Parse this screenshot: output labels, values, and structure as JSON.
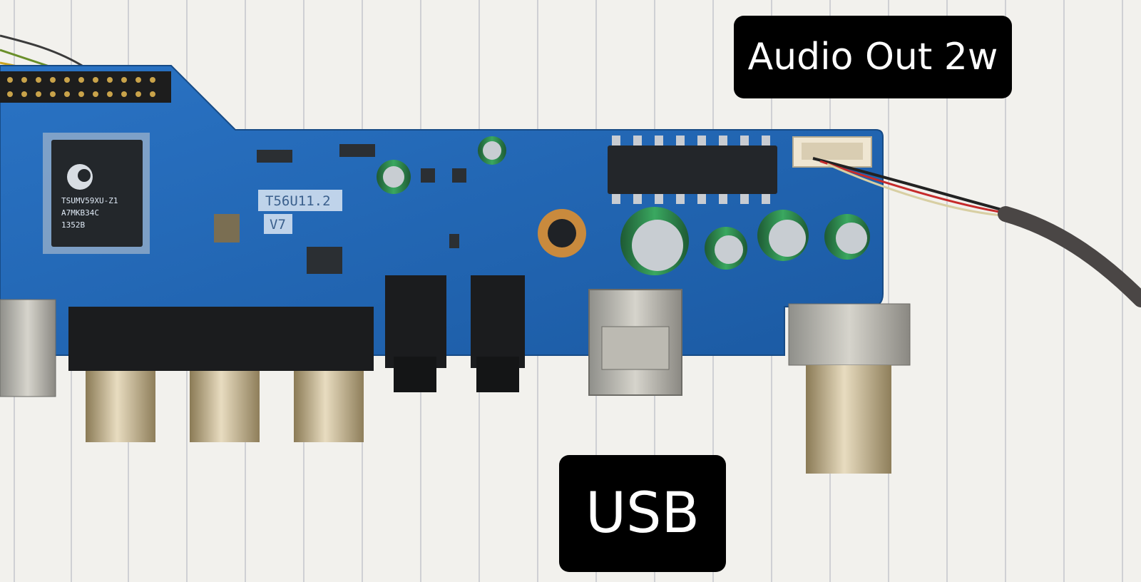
{
  "labels": {
    "audio_out": "Audio Out 2w",
    "usb": "USB"
  },
  "board": {
    "model": "T56U11.2",
    "version": "V7",
    "chip_line1": "TSUMV59XU-Z1",
    "chip_line2": "A7MKB34C",
    "chip_line3": "1352B"
  },
  "colors": {
    "pcb": "#1f66b5",
    "paper": "#f2f1ed",
    "label_bg": "#000000",
    "label_text": "#ffffff"
  }
}
